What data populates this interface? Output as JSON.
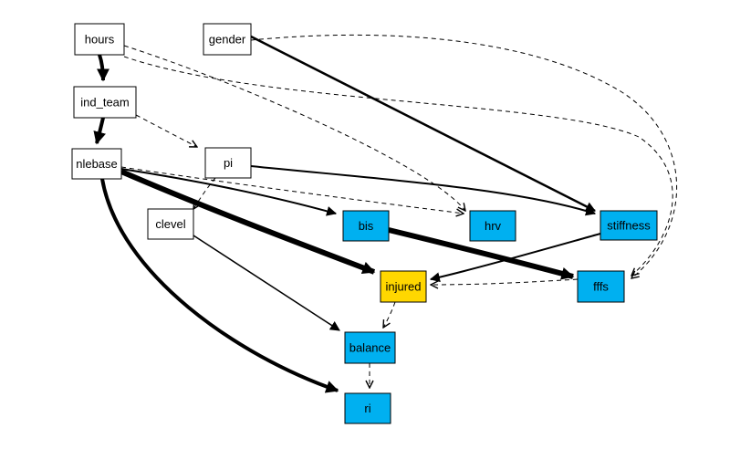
{
  "colors": {
    "exposure": "#ffffff",
    "outcome": "#ffd700",
    "mediator": "#00b0f0",
    "edge": "#000000"
  },
  "nodes": {
    "hours": {
      "label": "hours",
      "role": "exposure"
    },
    "gender": {
      "label": "gender",
      "role": "exposure"
    },
    "ind_team": {
      "label": "ind_team",
      "role": "exposure"
    },
    "nlebase": {
      "label": "nlebase",
      "role": "exposure"
    },
    "pi": {
      "label": "pi",
      "role": "exposure"
    },
    "clevel": {
      "label": "clevel",
      "role": "exposure"
    },
    "bis": {
      "label": "bis",
      "role": "mediator"
    },
    "hrv": {
      "label": "hrv",
      "role": "mediator"
    },
    "stiffness": {
      "label": "stiffness",
      "role": "mediator"
    },
    "injured": {
      "label": "injured",
      "role": "outcome"
    },
    "fffs": {
      "label": "fffs",
      "role": "mediator"
    },
    "balance": {
      "label": "balance",
      "role": "mediator"
    },
    "ri": {
      "label": "ri",
      "role": "mediator"
    }
  },
  "edges": [
    {
      "from": "hours",
      "to": "ind_team",
      "style": "solid",
      "weight": 4
    },
    {
      "from": "ind_team",
      "to": "nlebase",
      "style": "solid",
      "weight": 4
    },
    {
      "from": "hours",
      "to": "hrv",
      "style": "dashed",
      "weight": 1
    },
    {
      "from": "hours",
      "to": "fffs",
      "style": "dashed",
      "weight": 1
    },
    {
      "from": "gender",
      "to": "stiffness",
      "style": "solid",
      "weight": 2.5
    },
    {
      "from": "gender",
      "to": "fffs",
      "style": "dashed",
      "weight": 1
    },
    {
      "from": "ind_team",
      "to": "pi",
      "style": "dashed",
      "weight": 1
    },
    {
      "from": "nlebase",
      "to": "bis",
      "style": "solid",
      "weight": 2
    },
    {
      "from": "nlebase",
      "to": "hrv",
      "style": "dashed",
      "weight": 1
    },
    {
      "from": "nlebase",
      "to": "injured",
      "style": "solid",
      "weight": 6
    },
    {
      "from": "nlebase",
      "to": "ri",
      "style": "solid",
      "weight": 4
    },
    {
      "from": "pi",
      "to": "stiffness",
      "style": "solid",
      "weight": 2
    },
    {
      "from": "pi",
      "to": "clevel",
      "style": "dashed",
      "weight": 1
    },
    {
      "from": "clevel",
      "to": "balance",
      "style": "solid",
      "weight": 1.5
    },
    {
      "from": "bis",
      "to": "fffs",
      "style": "solid",
      "weight": 6
    },
    {
      "from": "stiffness",
      "to": "injured",
      "style": "solid",
      "weight": 2
    },
    {
      "from": "fffs",
      "to": "injured",
      "style": "dashed",
      "weight": 1
    },
    {
      "from": "injured",
      "to": "balance",
      "style": "dashed",
      "weight": 1
    },
    {
      "from": "balance",
      "to": "ri",
      "style": "dashed",
      "weight": 1
    }
  ]
}
